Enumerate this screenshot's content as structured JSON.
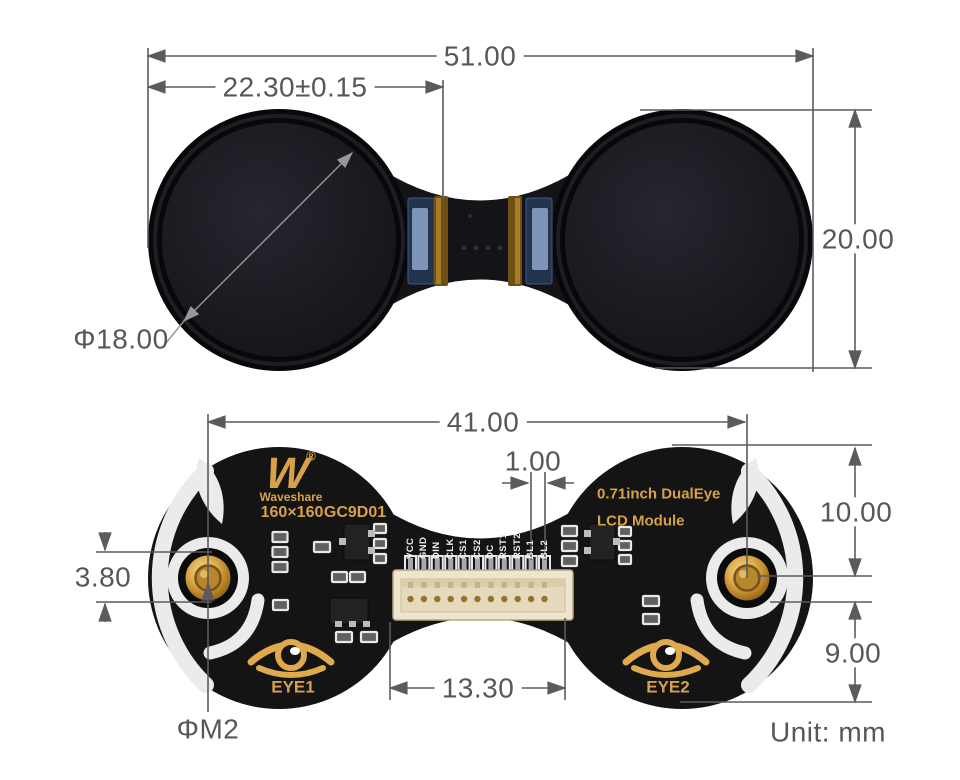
{
  "front_view": {
    "width_total_mm": "51.00",
    "screen_span_mm": "22.30±0.15",
    "height_mm": "20.00",
    "screen_diameter_mm": "Φ18.00"
  },
  "back_view": {
    "hole_spacing_mm": "41.00",
    "pin_pitch_mm": "1.00",
    "top_to_hole_mm": "10.00",
    "hole_pad_mm": "3.80",
    "hole_to_bottom_mm": "9.00",
    "connector_width_mm": "13.30",
    "mount_hole_label": "ΦM2",
    "silkscreen": {
      "brand_mark": "W",
      "registered_mark": "®",
      "brand": "Waveshare",
      "resolution": "160×160",
      "controller": "GC9D01",
      "module_name_line1": "0.71inch DualEye",
      "module_name_line2": "LCD Module",
      "eye1": "EYE1",
      "eye2": "EYE2",
      "pins": [
        "VCC",
        "GND",
        "DIN",
        "CLK",
        "CS1",
        "CS2",
        "DC",
        "RST1",
        "RST2",
        "BL1",
        "BL2"
      ]
    }
  },
  "footer": {
    "unit_label": "Unit: mm"
  },
  "colors": {
    "silkscreen_gold": "#d6a148",
    "silkscreen_white": "#ebebeb",
    "dimension_gray": "#57575a",
    "pcb_black": "#131313"
  }
}
